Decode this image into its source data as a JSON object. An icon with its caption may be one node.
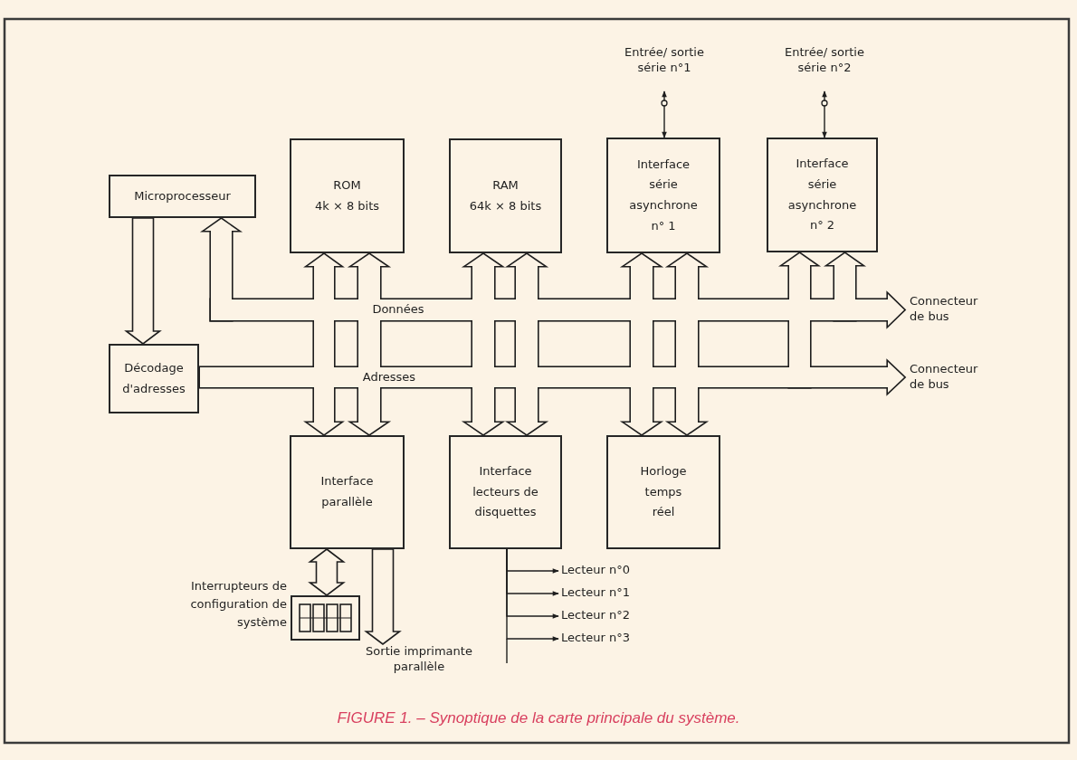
{
  "diagram": {
    "caption": "FIGURE 1. – Synoptique de la carte principale du système.",
    "nodes": [
      {
        "text": [
          "Microprocesseur"
        ]
      },
      {
        "text": [
          "ROM",
          "4k × 8 bits"
        ]
      },
      {
        "text": [
          "RAM",
          "64k × 8 bits"
        ]
      },
      {
        "text": [
          "Interface série asynchrone n° 1"
        ]
      },
      {
        "text": [
          "Interface série asynchrone n° 2"
        ]
      },
      {
        "text": [
          "Décodage d'adresses"
        ]
      },
      {
        "text": [
          "Interface parallèle"
        ]
      },
      {
        "text": [
          "Interface lecteurs de disquettes"
        ]
      },
      {
        "text": [
          "Horloge temps réel"
        ]
      },
      {
        "text": [
          "Entrée/ sortie série n°1"
        ]
      },
      {
        "text": [
          "Entrée/ sortie série n°2"
        ]
      },
      {
        "text": [],
        "shape": "box",
        "beside": [
          "Interrupteurs de configuration de système"
        ]
      },
      {
        "text": [
          "Sortie imprimante parallèle"
        ]
      },
      {
        "text": [
          "Lecteur n°0"
        ]
      },
      {
        "text": [
          "Lecteur n°1"
        ]
      },
      {
        "text": [
          "Lecteur n°2"
        ]
      },
      {
        "text": [
          "Lecteur n°3"
        ]
      }
    ],
    "edges": [
      {
        "from": 0,
        "to": 5,
        "arrow": "to",
        "style": "thick"
      },
      {
        "from": 9,
        "to": 3,
        "arrow": "both"
      },
      {
        "from": 10,
        "to": 4,
        "arrow": "both"
      },
      {
        "from": 6,
        "to": 11,
        "arrow": "both",
        "style": "thick"
      },
      {
        "from": 6,
        "to": 12,
        "arrow": "to",
        "style": "thick"
      },
      {
        "from": 7,
        "to": 13,
        "arrow": "to"
      },
      {
        "from": 7,
        "to": 14,
        "arrow": "to"
      },
      {
        "from": 7,
        "to": 15,
        "arrow": "to"
      },
      {
        "from": 7,
        "to": 16,
        "arrow": "to"
      }
    ],
    "labels": [
      "Données",
      "Connecteur de bus",
      "Adresses",
      "Connecteur de bus"
    ]
  }
}
